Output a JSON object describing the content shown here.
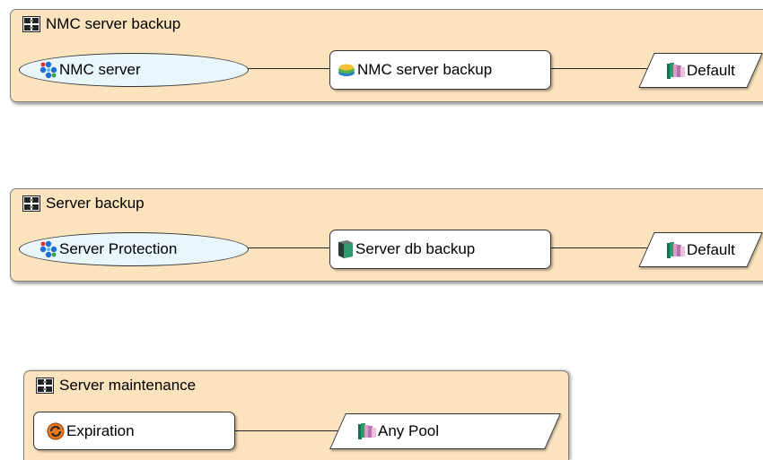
{
  "workflows": [
    {
      "title": "NMC server backup",
      "group": "NMC server",
      "action": "NMC server backup",
      "destination": "Default"
    },
    {
      "title": "Server backup",
      "group": "Server Protection",
      "action": "Server db backup",
      "destination": "Default"
    },
    {
      "title": "Server maintenance",
      "action": "Expiration",
      "destination": "Any Pool"
    }
  ],
  "icons": {
    "workflow": "workflow-icon",
    "group": "protection-group-icon",
    "nmc_backup": "nmc-backup-icon",
    "db_backup": "server-db-backup-icon",
    "expiration": "expiration-icon",
    "pool": "media-pool-icon"
  },
  "colors": {
    "panel_fill": "#fae3bd",
    "group_fill": "#e9f7fd",
    "node_fill": "#ffffff"
  }
}
